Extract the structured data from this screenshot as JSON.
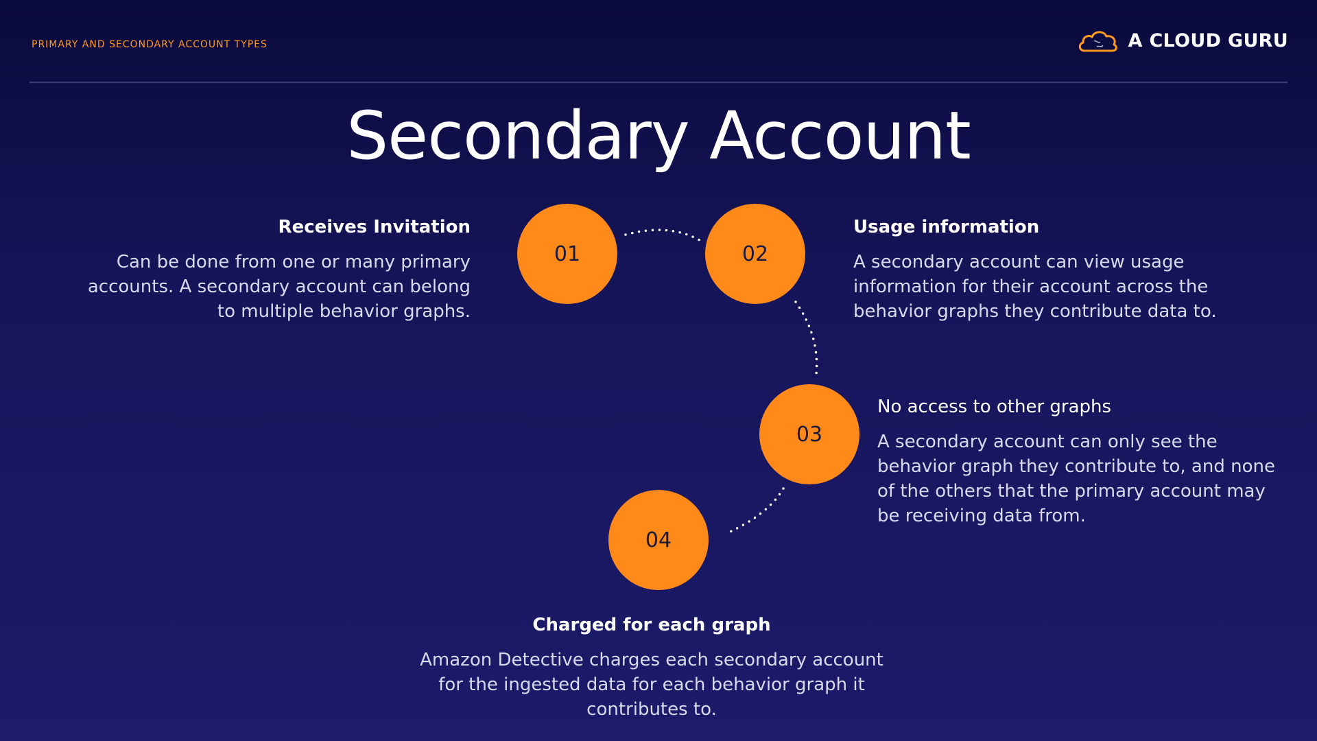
{
  "header": {
    "section_label": "PRIMARY AND SECONDARY ACCOUNT TYPES",
    "brand_name": "A CLOUD GURU"
  },
  "title": "Secondary Account",
  "steps": [
    {
      "number": "01",
      "heading": "Receives Invitation",
      "body": "Can be done from one or many primary accounts. A secondary account can belong to multiple behavior graphs."
    },
    {
      "number": "02",
      "heading": "Usage information",
      "body": "A secondary account can view usage information for their account across the behavior graphs they contribute data to."
    },
    {
      "number": "03",
      "heading": "No access to other graphs",
      "body": "A secondary account can only see the behavior graph they contribute to, and none of the others that the primary account may be receiving data from."
    },
    {
      "number": "04",
      "heading": "Charged for each graph",
      "body": "Amazon Detective charges each secondary account for the ingested data for each behavior graph it contributes to."
    }
  ],
  "colors": {
    "accent": "#ff8a1a",
    "background_top": "#0b0a3d",
    "background_bottom": "#1d1b6a"
  },
  "icons": {
    "brand_logo": "cloud-icon"
  }
}
